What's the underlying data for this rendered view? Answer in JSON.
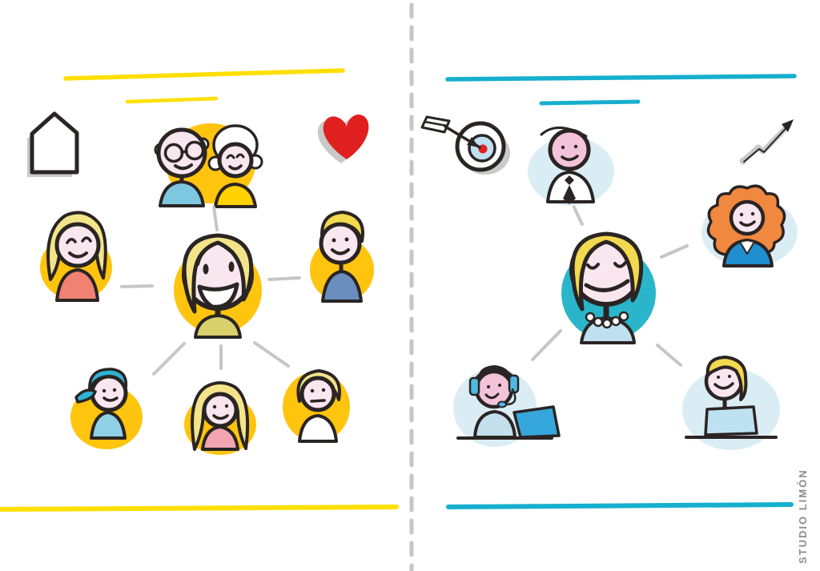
{
  "illustration": {
    "scene": "hand-drawn illustration of a personal family network (yellow) beside a professional work network (teal), separated by a dashed divider",
    "watermark": "STUDIO LIMÓN",
    "colors": {
      "white": "#FFFFFF",
      "outline": "#2A2423",
      "gray_line": "#C6C6C6",
      "shadow_gray": "#C9C9C9",
      "yellow_line": "#FFDF00",
      "yellow_circle": "#FFC40E",
      "pale_hair": "#F3E48A",
      "blonde": "#F2D94F",
      "face_light": "#F9E6EE",
      "face_rosy": "#F2C3D9",
      "heart_red": "#E0201E",
      "coral_top": "#F08173",
      "steel_blue": "#6A8FBE",
      "sky_blue": "#8FD0E6",
      "teal_cap": "#2FB3D4",
      "olive_top": "#D8D06A",
      "pink_top": "#F2A4B0",
      "grandpa_shirt": "#7CC8E0",
      "grandma_shirt": "#FFD200",
      "teal_line": "#16AFCE",
      "teal_circle": "#2BB5CB",
      "pale_blue": "#DBEDF4",
      "target_blue": "#BFDFF2",
      "blue_jacket": "#1F8FD0",
      "orange_hair": "#F0883F",
      "laptop_teal": "#35A7DC",
      "laptop_blue": "#BFE2F2",
      "body_blue_gray": "#C5E0ED",
      "earmuff_blue": "#4FB9E2",
      "light_blue_top": "#BFE0EF",
      "watermark_gray": "#8C8C8C"
    },
    "left_panel": {
      "theme": "family-network",
      "theme_color": "#FFDF00",
      "icons": [
        "house-icon",
        "grandparents-icon",
        "heart-icon"
      ],
      "center_node": "mother-avatar",
      "nodes": [
        "blonde-woman-avatar",
        "boy-blue-shirt-avatar",
        "boy-cap-avatar",
        "girl-avatar",
        "boy-white-shirt-avatar"
      ]
    },
    "right_panel": {
      "theme": "work-network",
      "theme_color": "#16AFCE",
      "icons": [
        "target-arrow-icon",
        "growth-chart-icon"
      ],
      "center_node": "businesswoman-avatar",
      "nodes": [
        "man-tie-avatar",
        "woman-curly-hair-avatar",
        "support-agent-avatar",
        "laptop-worker-avatar"
      ]
    }
  }
}
